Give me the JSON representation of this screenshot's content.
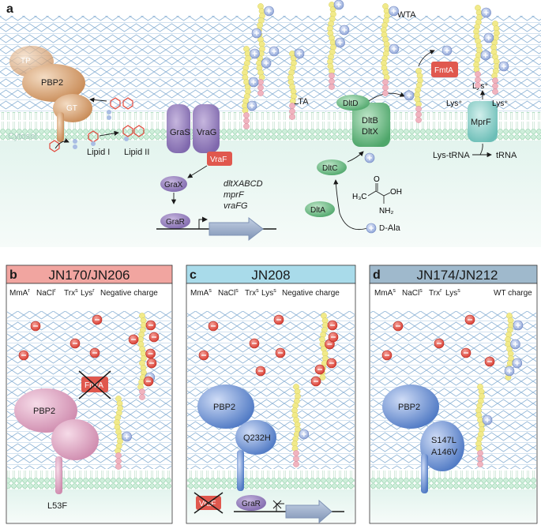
{
  "panel_a": {
    "letter": "a",
    "wta": "WTA",
    "lta": "LTA",
    "fmta": "FmtA",
    "tp": "TP",
    "pbp2": "PBP2",
    "gt": "GT",
    "cytosol": "Cytosol",
    "lipid1": "Lipid I",
    "lipid2": "Lipid II",
    "gras": "GraS",
    "vrag": "VraG",
    "vraf": "VraF",
    "grax": "GraX",
    "grar": "GraR",
    "genes": [
      "dltXABCD",
      "mprF",
      "vraFG"
    ],
    "dltd": "DltD",
    "dltb": "DltB",
    "dltx": "DltX",
    "dltc": "DltC",
    "dlta": "DltA",
    "dala_prefix": "D",
    "dala_suffix": "-Ala",
    "mprf": "MprF",
    "lys": "Lys",
    "lys_trna": "Lys-tRNA",
    "trna": "tRNA",
    "chem": {
      "h3c": "H₃C",
      "oh": "OH",
      "o": "O",
      "nh2": "NH₂"
    }
  },
  "panel_b": {
    "letter": "b",
    "title": "JN170/JN206",
    "header_color": "#f1a5a0",
    "pheno": [
      [
        "MmA",
        "r"
      ],
      [
        "NaCl",
        "r"
      ],
      [
        "Trx",
        "s"
      ],
      [
        "Lys",
        "r"
      ]
    ],
    "charge": "Negative charge",
    "fmta": "FmtA",
    "pbp2": "PBP2",
    "mutation": "L53F"
  },
  "panel_c": {
    "letter": "c",
    "title": "JN208",
    "header_color": "#a9dbea",
    "pheno": [
      [
        "MmA",
        "s"
      ],
      [
        "NaCl",
        "s"
      ],
      [
        "Trx",
        "s"
      ],
      [
        "Lys",
        "s"
      ]
    ],
    "charge": "Negative charge",
    "pbp2": "PBP2",
    "mutation": "Q232H",
    "vraf": "VraF",
    "grar": "GraR"
  },
  "panel_d": {
    "letter": "d",
    "title": "JN174/JN212",
    "header_color": "#9fb9cc",
    "pheno": [
      [
        "MmA",
        "s"
      ],
      [
        "NaCl",
        "s"
      ],
      [
        "Trx",
        "r"
      ],
      [
        "Lys",
        "s"
      ]
    ],
    "charge": "WT charge",
    "pbp2": "PBP2",
    "mutation1": "S147L",
    "mutation2": "A146V"
  },
  "colors": {
    "mesh": "#8fb4d6",
    "pbp2_a": "#d9a77d",
    "pbp2_b": "#e3a9c4",
    "pbp2_blue": "#6a93d3",
    "gras": "#8e79b8",
    "vraf": "#e0584e",
    "dlt": "#5fb17a",
    "mprf": "#7ac9c3",
    "plus": "#9fb4df",
    "minus": "#e0453a",
    "lta_yellow": "#f1ea8a",
    "lta_pink": "#f0b3bf"
  }
}
